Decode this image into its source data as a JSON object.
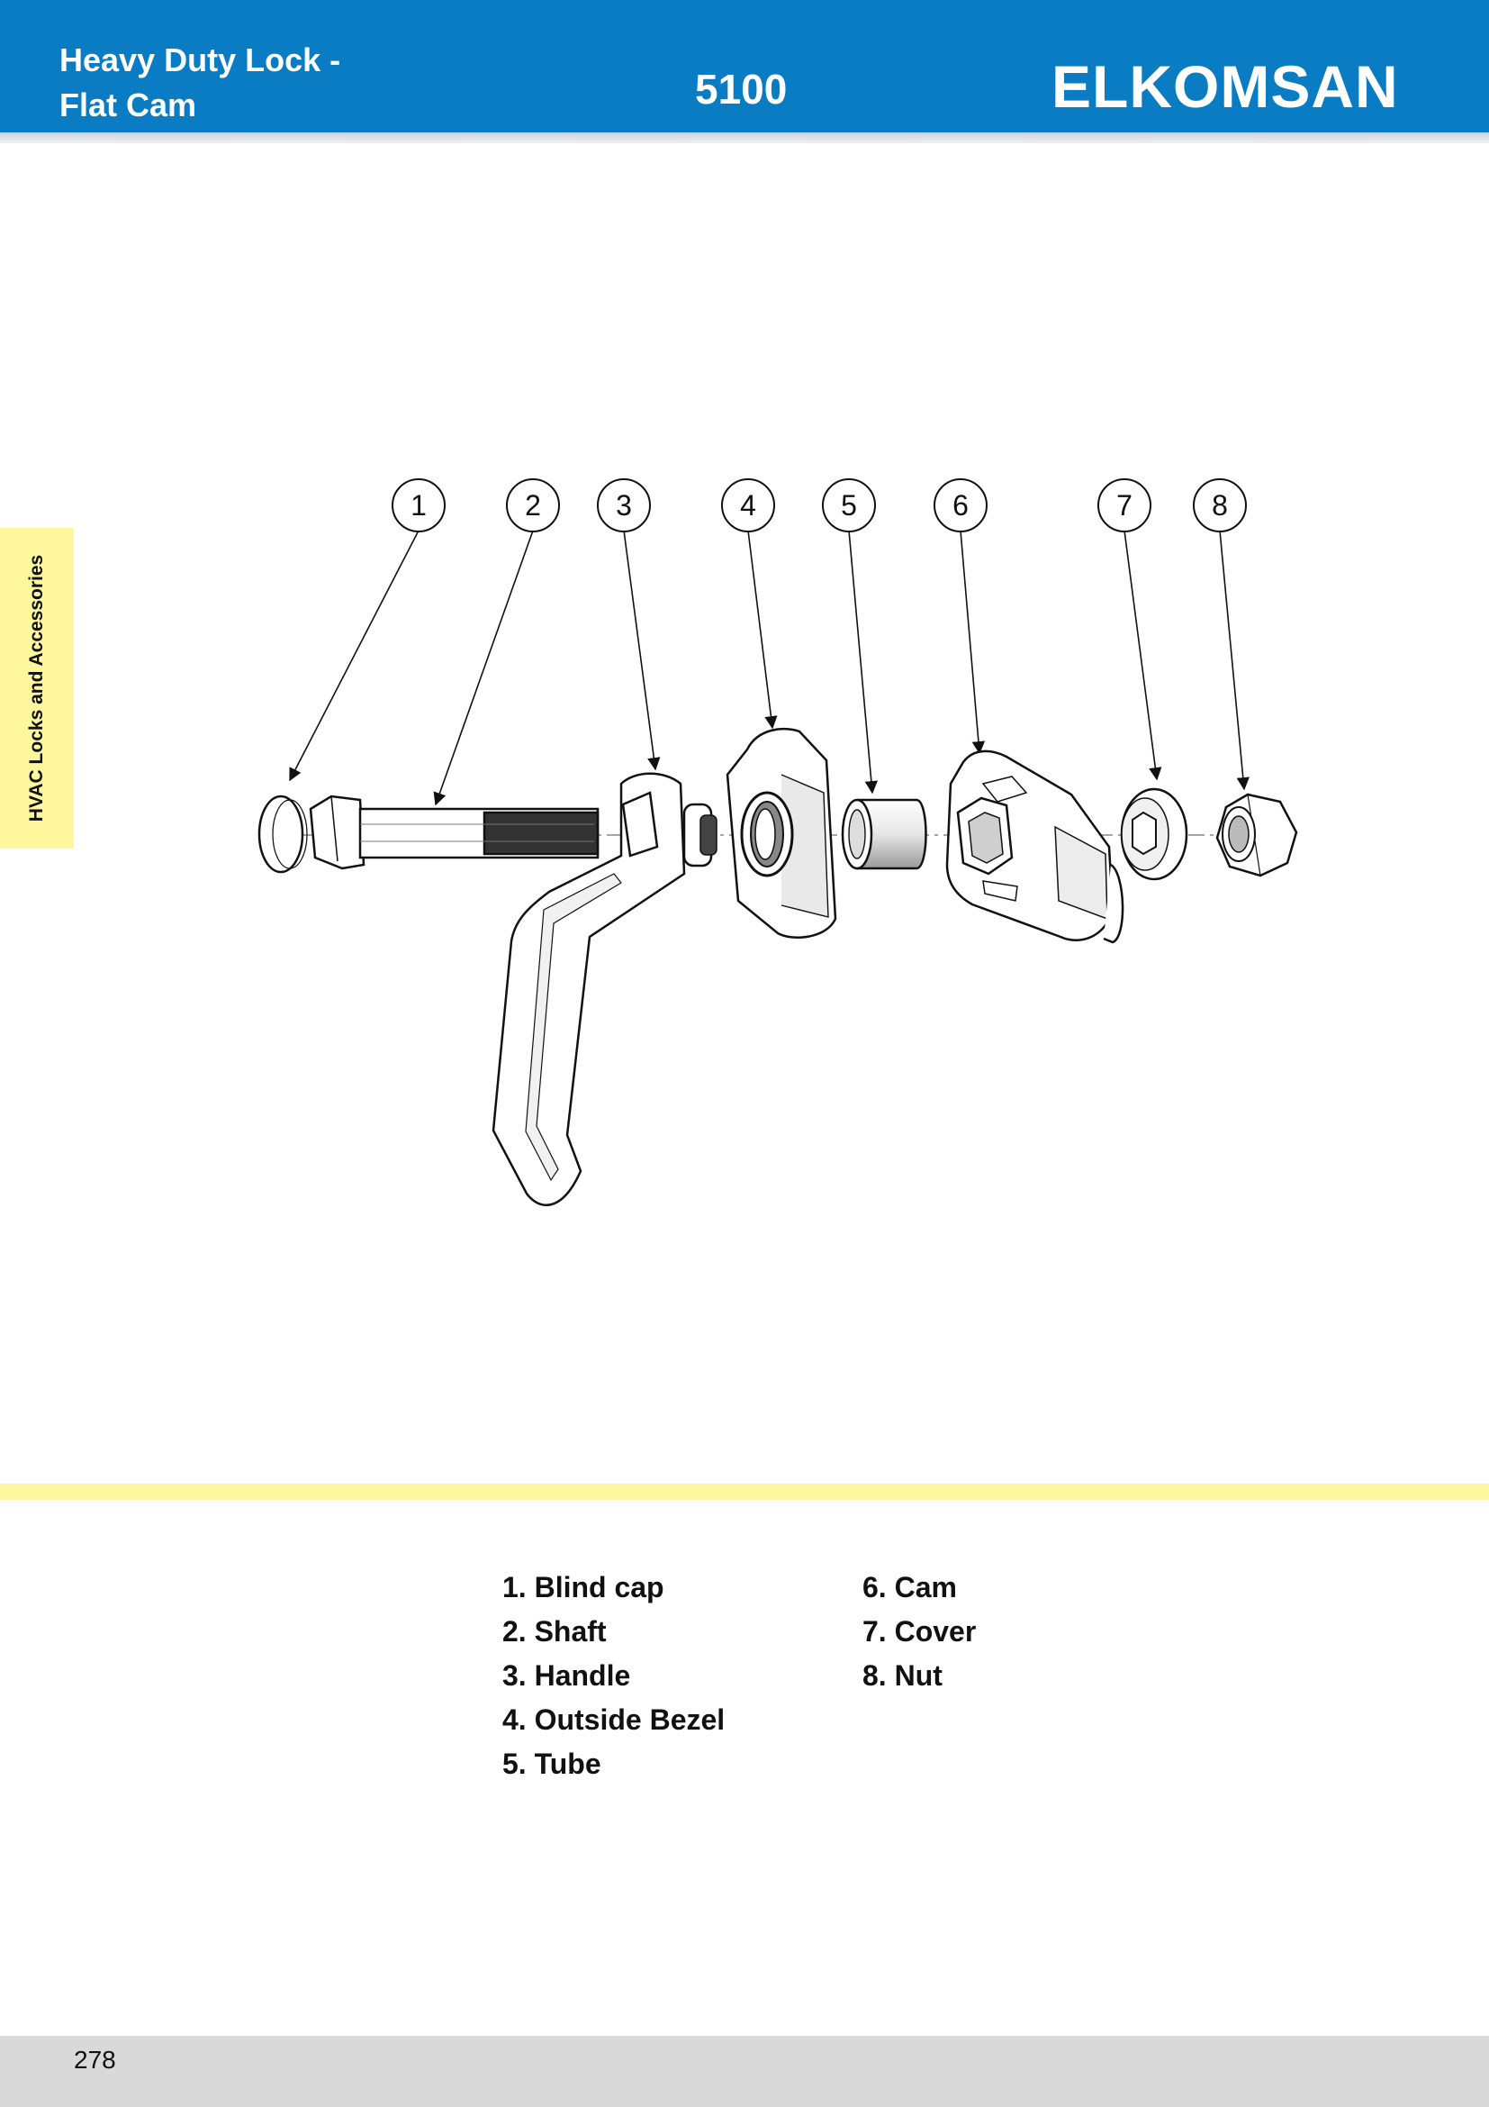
{
  "header": {
    "title_line1": "Heavy Duty Lock -",
    "title_line2": "Flat Cam",
    "code": "5100",
    "brand": "ELKOMSAN"
  },
  "side_tab": {
    "label": "HVAC Locks and Accessories"
  },
  "diagram": {
    "callouts": [
      "1",
      "2",
      "3",
      "4",
      "5",
      "6",
      "7",
      "8"
    ]
  },
  "parts": {
    "left": [
      "1. Blind cap",
      "2. Shaft",
      "3. Handle",
      "4. Outside Bezel",
      "5. Tube"
    ],
    "right": [
      "6. Cam",
      "7. Cover",
      "8. Nut"
    ]
  },
  "footer": {
    "page_number": "278"
  },
  "colors": {
    "header": "#0a7cc4",
    "accent_yellow": "#fff79e",
    "footer": "#d9d9d9"
  }
}
